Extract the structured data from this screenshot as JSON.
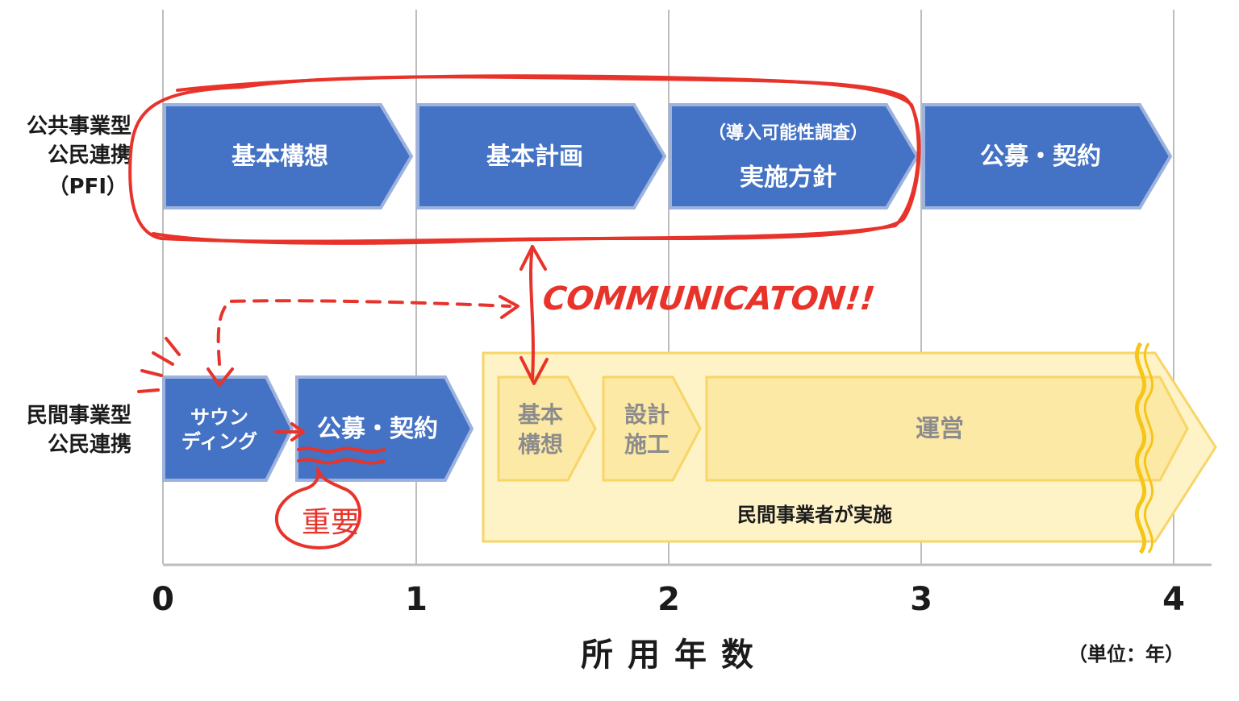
{
  "row_labels": {
    "public": [
      "公共事業型",
      "公民連携",
      "（PFI）"
    ],
    "private": [
      "民間事業型",
      "公民連携"
    ]
  },
  "public_steps": [
    {
      "label": "基本構想"
    },
    {
      "label": "基本計画"
    },
    {
      "sub": "（導入可能性調査）",
      "label": "実施方針"
    },
    {
      "label": "公募・契約"
    }
  ],
  "private_steps": {
    "sounding": [
      "サウン",
      "ディング"
    ],
    "koubo": "公募・契約",
    "kihon": [
      "基本",
      "構想"
    ],
    "sekkei": [
      "設計",
      "施工"
    ],
    "unei": "運営",
    "region_caption": "民間事業者が実施"
  },
  "axis": {
    "ticks": [
      "0",
      "1",
      "2",
      "3",
      "4"
    ],
    "title": "所用年数",
    "unit": "（単位：年）"
  },
  "annotations": {
    "communication": "COMMUNICATON!!",
    "important": "重要"
  },
  "colors": {
    "blue": "#4472c4",
    "blue_edge": "#9db3de",
    "yellow_fill": "#fde9a6",
    "yellow_outer": "#fef2c7",
    "yellow_edge": "#f7d567",
    "red": "#e8332b",
    "grid": "#bdbdbd"
  }
}
